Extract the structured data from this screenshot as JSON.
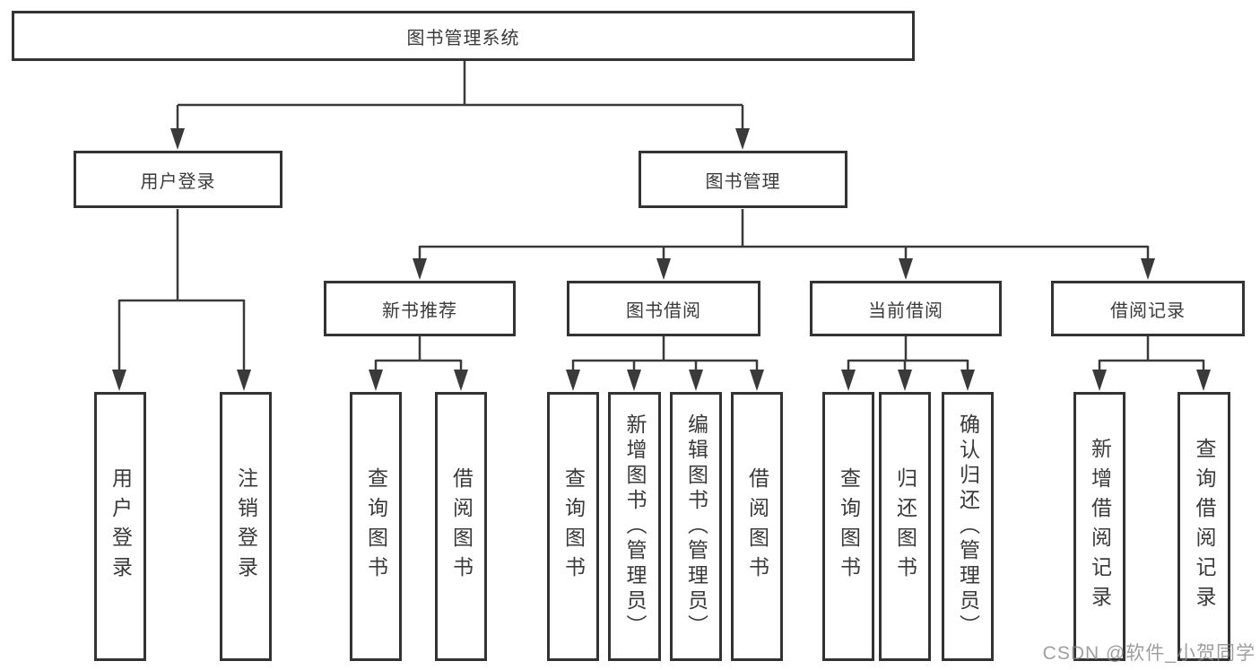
{
  "diagram": {
    "root": {
      "label": "图书管理系统"
    },
    "branches": [
      {
        "label": "用户登录",
        "leaves": [
          {
            "label": "用户登录"
          },
          {
            "label": "注销登录"
          }
        ]
      },
      {
        "label": "图书管理",
        "sections": [
          {
            "label": "新书推荐",
            "leaves": [
              {
                "label": "查询图书"
              },
              {
                "label": "借阅图书"
              }
            ]
          },
          {
            "label": "图书借阅",
            "leaves": [
              {
                "label": "查询图书"
              },
              {
                "label": "新增图书（管理员）"
              },
              {
                "label": "编辑图书（管理员）"
              },
              {
                "label": "借阅图书"
              }
            ]
          },
          {
            "label": "当前借阅",
            "leaves": [
              {
                "label": "查询图书"
              },
              {
                "label": "归还图书"
              },
              {
                "label": "确认归还（管理员）"
              }
            ]
          },
          {
            "label": "借阅记录",
            "leaves": [
              {
                "label": "新增借阅记录"
              },
              {
                "label": "查询借阅记录"
              }
            ]
          }
        ]
      }
    ]
  },
  "line_color": "#3a3a3a",
  "watermark": {
    "text": "CSDN @软件_小贺同学"
  }
}
